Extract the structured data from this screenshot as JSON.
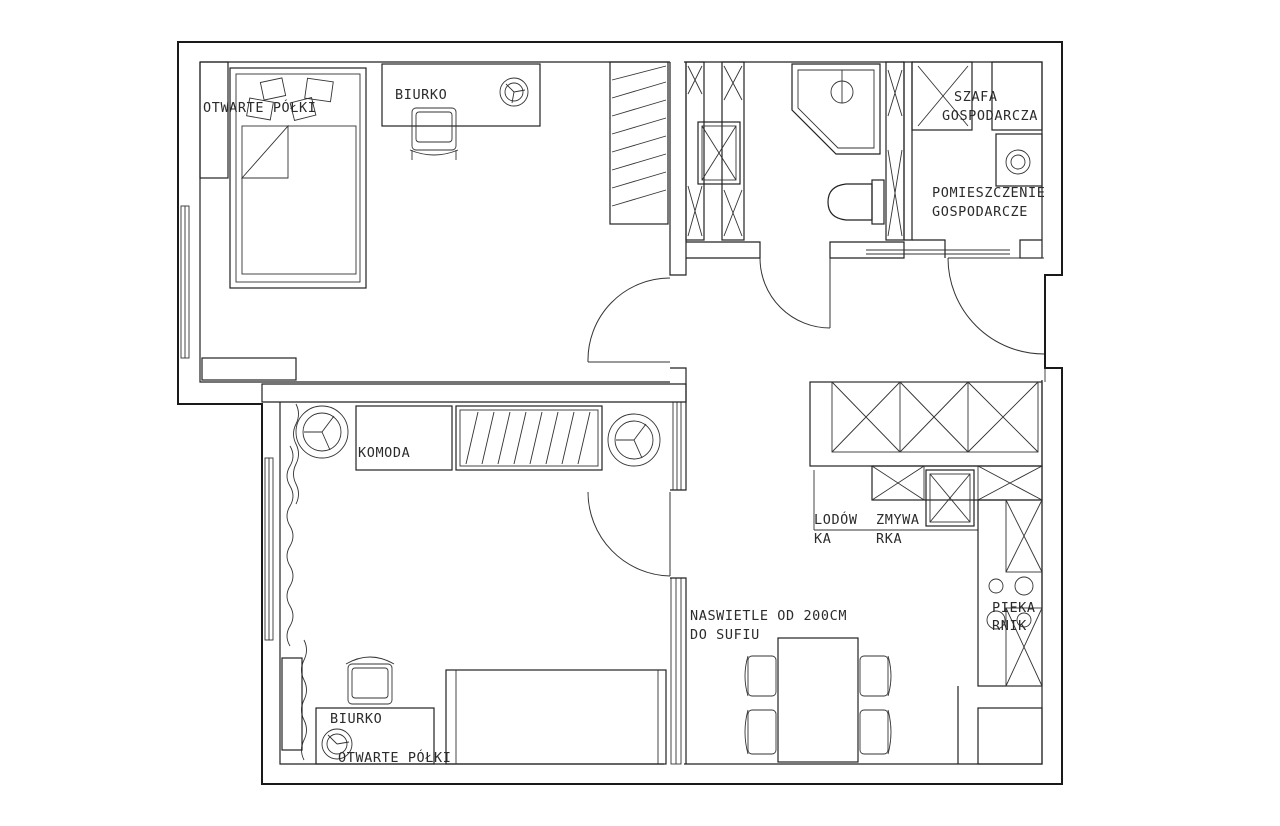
{
  "colors": {
    "background": "#ffffff",
    "line": "#1a1a1a",
    "text": "#2b2b2b"
  },
  "labels": {
    "otwarte_polki_top": "OTWARTE PÓŁKI",
    "biurko_top": "BIURKO",
    "szafa_line1": "SZAFA",
    "szafa_line2": "GOSPODARCZA",
    "pomieszczenie_line1": "POMIESZCZENIE",
    "pomieszczenie_line2": "GOSPODARCZE",
    "komoda": "KOMODA",
    "lodowka_line1": "LODÓW",
    "lodowka_line2": "KA",
    "zmywarka_line1": "ZMYWA",
    "zmywarka_line2": "RKA",
    "piekarnik_line1": "PIEKA",
    "piekarnik_line2": "RNIK",
    "naswietle_line1": "NASWIETLE OD 200CM",
    "naswietle_line2": "DO SUFIU",
    "biurko_bottom": "BIURKO",
    "otwarte_polki_bottom": "OTWARTE PÓŁKI"
  }
}
